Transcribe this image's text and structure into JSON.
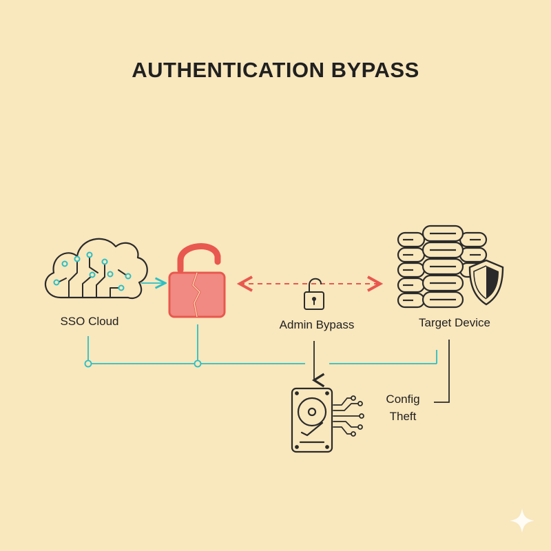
{
  "title": "AUTHENTICATION BYPASS",
  "nodes": {
    "sso_cloud": {
      "label": "SSO Cloud",
      "icon": "circuit-cloud-icon"
    },
    "broken_lock": {
      "label": "",
      "icon": "broken-padlock-icon"
    },
    "admin_bypass": {
      "label": "Admin Bypass",
      "icon": "open-padlock-icon"
    },
    "target_device": {
      "label": "Target Device",
      "icon": "server-stack-shield-icon"
    },
    "config_theft": {
      "line1": "Config",
      "line2": "Theft",
      "icon": "hard-drive-circuit-icon"
    }
  },
  "colors": {
    "background": "#f9e7bd",
    "teal": "#2bbfc4",
    "red": "#e8584f",
    "red_fill": "#f08a82",
    "ink": "#2a2a2a"
  },
  "decor": {
    "sparkle": "sparkle-icon"
  }
}
